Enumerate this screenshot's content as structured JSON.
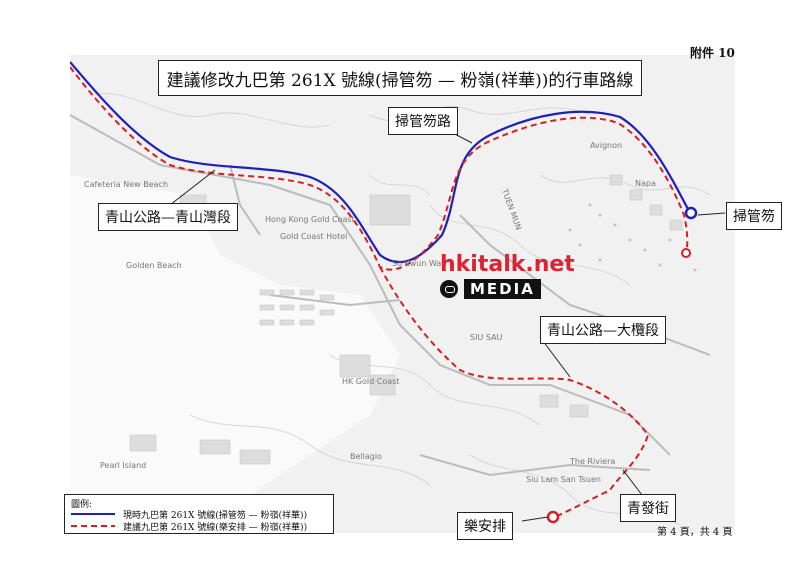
{
  "annex": "附件 10",
  "title": "建議修改九巴第 261X 號線(掃管笏 — 粉嶺(祥華))的行車路線",
  "labels": {
    "castle_peak_castle_bay": "青山公路—青山灣段",
    "so_kwun_wat_road": "掃管笏路",
    "so_kwun_wat": "掃管笏",
    "castle_peak_tai_lam": "青山公路—大欖段",
    "tsing_fat_street": "青發街",
    "lok_on_pai": "樂安排"
  },
  "map_text": {
    "cafeteria": "Cafeteria New Beach",
    "golden_beach": "Golden Beach",
    "hk_gold_coast": "Hong Kong Gold Coast",
    "gold_coast_hotel": "Gold Coast Hotel",
    "so_kwun_wat_village": "So Kwun Wat",
    "siu_sau": "SIU SAU",
    "hk_gold_coast_2": "HK Gold Coast",
    "avignon": "Avignon",
    "napa": "Napa",
    "tuen_mun_road": "TUEN MUN",
    "the_riviera": "The Riviera",
    "sui_lam_san_tsuen": "Siu Lam San Tsuen",
    "pearl_island": "Pearl Island",
    "bellagio": "Bellagio"
  },
  "legend": {
    "title": "圖例:",
    "current": "現時九巴第 261X 號線(掃管笏 — 粉嶺(祥華))",
    "proposed": "建議九巴第 261X 號線(樂安排 — 粉嶺(祥華))"
  },
  "page": "第 4 頁，共 4 頁",
  "watermark": {
    "site": "hkitalk.net",
    "media": "MEDIA"
  },
  "colors": {
    "current_route": "#1f1fbf",
    "proposed_route": "#d62020",
    "terminus_current": "#1f1fbf",
    "terminus_proposed": "#d62020"
  }
}
